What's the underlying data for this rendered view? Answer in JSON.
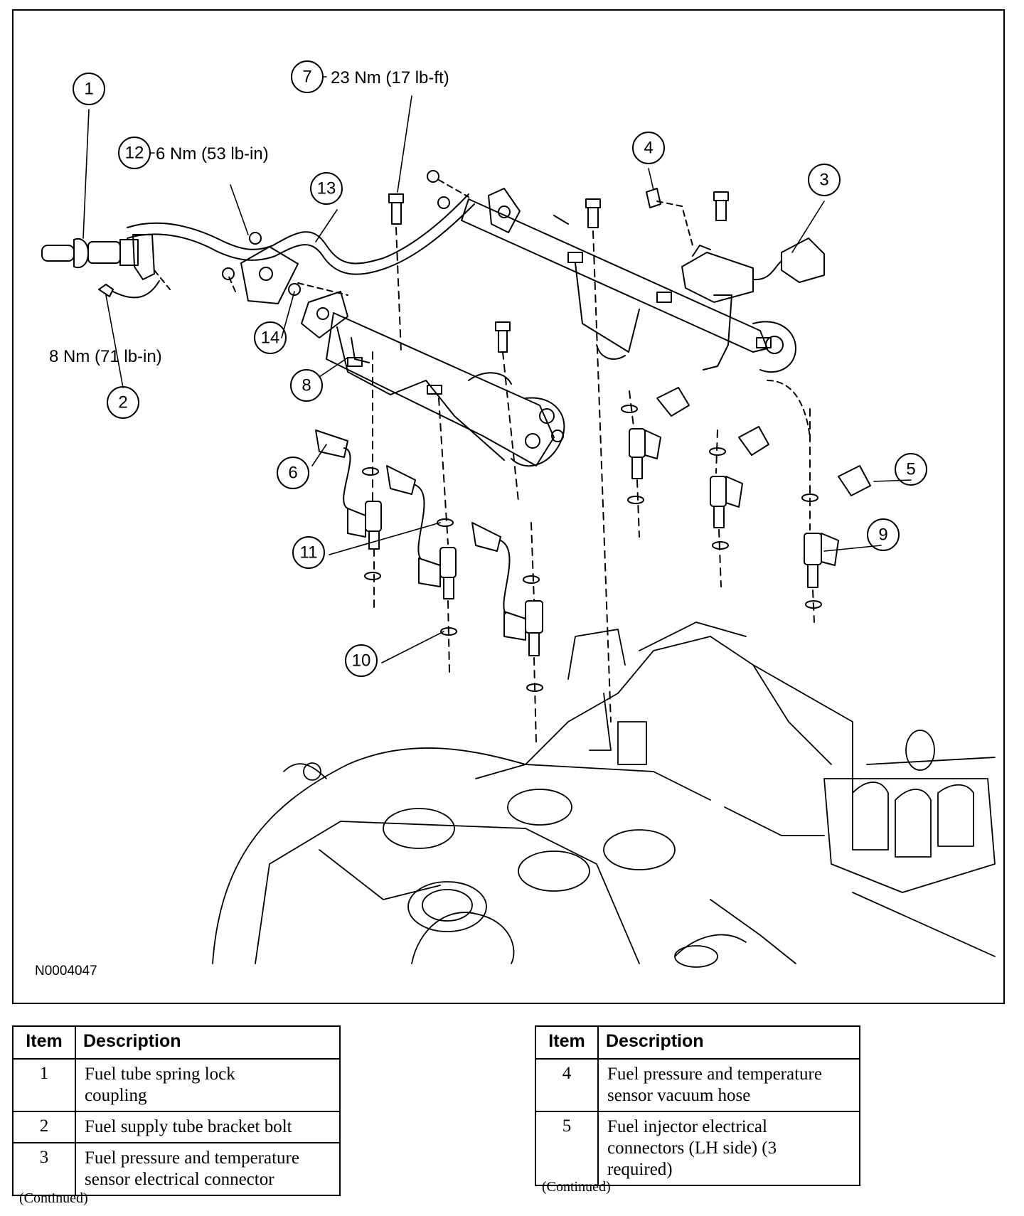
{
  "figure": {
    "id": "N0004047",
    "callouts": [
      {
        "num": "1",
        "torque": ""
      },
      {
        "num": "2",
        "torque": "8 Nm (71 lb-in)"
      },
      {
        "num": "3",
        "torque": ""
      },
      {
        "num": "4",
        "torque": ""
      },
      {
        "num": "5",
        "torque": ""
      },
      {
        "num": "6",
        "torque": ""
      },
      {
        "num": "7",
        "torque": "23 Nm (17 lb-ft)"
      },
      {
        "num": "8",
        "torque": ""
      },
      {
        "num": "9",
        "torque": ""
      },
      {
        "num": "10",
        "torque": ""
      },
      {
        "num": "11",
        "torque": ""
      },
      {
        "num": "12",
        "torque": "6 Nm (53 lb-in)"
      },
      {
        "num": "13",
        "torque": ""
      },
      {
        "num": "14",
        "torque": ""
      }
    ]
  },
  "legend_left": {
    "header_item": "Item",
    "header_description": "Description",
    "rows": [
      {
        "item": "1",
        "description": "Fuel tube spring lock coupling"
      },
      {
        "item": "2",
        "description": "Fuel supply tube bracket bolt"
      },
      {
        "item": "3",
        "description": "Fuel pressure and temperature sensor electrical connector"
      }
    ],
    "continued": "(Continued)"
  },
  "legend_right": {
    "header_item": "Item",
    "header_description": "Description",
    "rows": [
      {
        "item": "4",
        "description": "Fuel pressure and temperature sensor vacuum hose"
      },
      {
        "item": "5",
        "description": "Fuel injector electrical connectors (LH side) (3 required)"
      }
    ],
    "continued": "(Continued)"
  }
}
